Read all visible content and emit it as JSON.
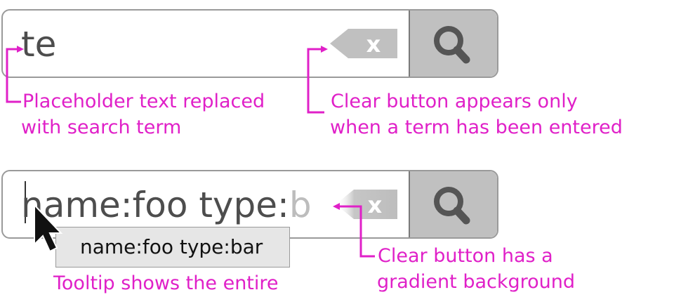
{
  "example1": {
    "search_text": "te",
    "clear_label": "x",
    "notes": {
      "placeholder_line1": "Placeholder text replaced",
      "placeholder_line2": "with search term",
      "clear_line1": "Clear button appears only",
      "clear_line2": "when a term has been entered"
    }
  },
  "example2": {
    "search_text_typed": "name:foo type:",
    "search_text_suggested": "b",
    "clear_label": "x",
    "tooltip": "name:foo type:bar",
    "notes": {
      "clear_line1": "Clear button has a",
      "clear_line2": "gradient background",
      "tooltip_line1": "Tooltip shows the entire"
    }
  },
  "colors": {
    "annotation": "#e020c8",
    "text": "#4d4d4d",
    "button_bg": "#c0c0c0",
    "border": "#9a9a9a"
  },
  "icons": [
    "search-icon",
    "clear-icon",
    "mouse-pointer-icon"
  ]
}
